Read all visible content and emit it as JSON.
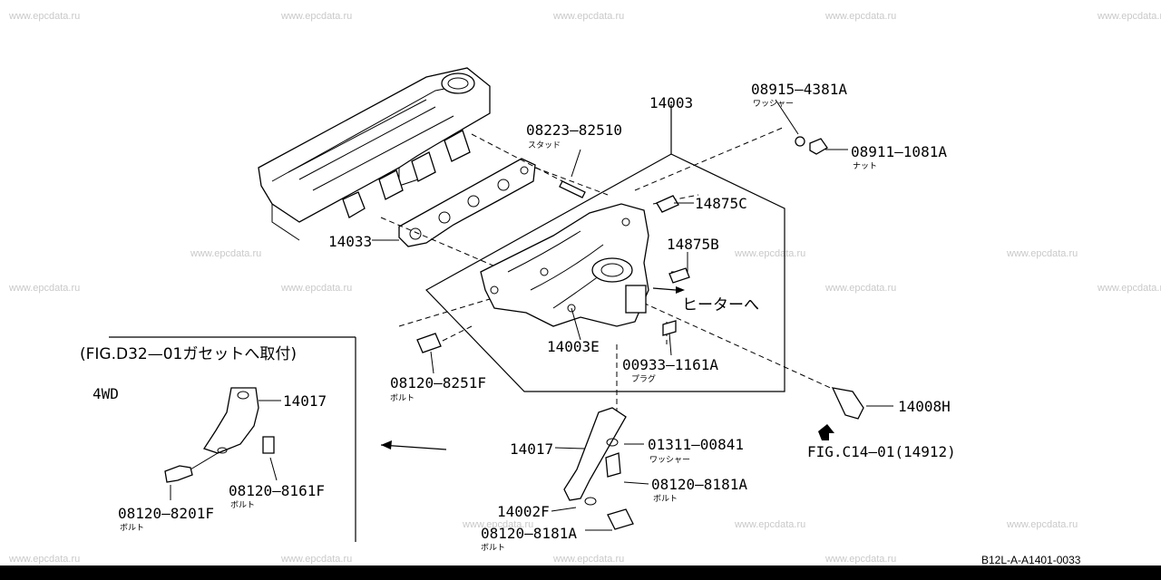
{
  "watermark": "www.epcdata.ru",
  "parts": {
    "p14003": "14003",
    "p08915": "08915—4381A",
    "p08915_sub": "ワッシャー",
    "p08223": "08223—82510",
    "p08223_sub": "スタッド",
    "p08911": "08911—1081A",
    "p08911_sub": "ナット",
    "p14875c": "14875C",
    "p14875b": "14875B",
    "p14033": "14033",
    "heater": "ヒーターへ",
    "p14003e": "14003E",
    "p00933": "00933—1161A",
    "p00933_sub": "プラグ",
    "p08120_8251": "08120—8251F",
    "p08120_8251_sub": "ボルト",
    "p14008h": "14008H",
    "fig_c14": "FIG.C14—01(14912)",
    "p14017": "14017",
    "p01311": "01311—00841",
    "p01311_sub": "ワッシャー",
    "p08120_8181a": "08120—8181A",
    "p08120_8181a_sub": "ボルト",
    "p14002f": "14002F",
    "p08120_8181a_2": "08120—8181A",
    "p08120_8181a_2_sub": "ボルト"
  },
  "inset": {
    "title": "(FIG.D32—01ガセットへ取付)",
    "variant": "4WD",
    "p14017": "14017",
    "p08120_8161": "08120—8161F",
    "p08120_8161_sub": "ボルト",
    "p08120_8201": "08120—8201F",
    "p08120_8201_sub": "ボルト"
  },
  "image_code": "B12L-A-A1401-0033"
}
